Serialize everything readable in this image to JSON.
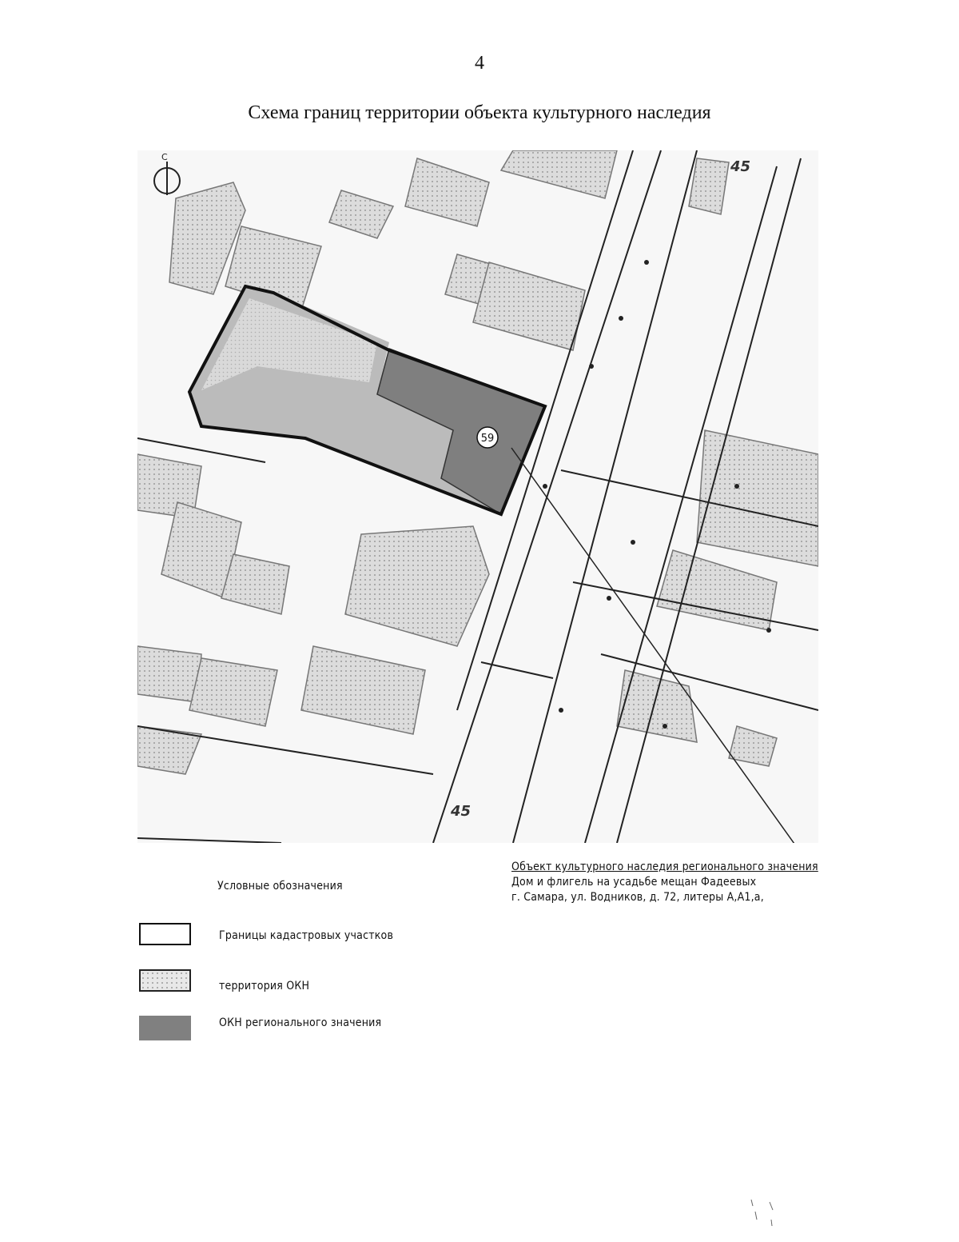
{
  "page_number": "4",
  "title": "Схема границ территории объекта культурного наследия",
  "map": {
    "north_label": "С",
    "object_number": "59",
    "street_labels": [
      "45",
      "45"
    ],
    "colors": {
      "okn_territory": "#b9b9b9",
      "okn_regional": "#7f7f7f",
      "buildings": "#d6d6d6",
      "lines": "#222222"
    }
  },
  "object_caption": {
    "heading": "Объект культурного наследия регионального значения",
    "name": "Дом и флигель на усадьбе мещан Фадеевых",
    "address": "г. Самара, ул. Водников, д. 72, литеры А,А1,а,"
  },
  "legend": {
    "title": "Условные обозначения",
    "items": [
      {
        "label": "Границы кадастровых участков",
        "icon": "white-box-outline"
      },
      {
        "label": "территория ОКН",
        "icon": "dotted-gray-box"
      },
      {
        "label": "ОКН регионального значения",
        "icon": "dark-gray-box"
      }
    ]
  }
}
